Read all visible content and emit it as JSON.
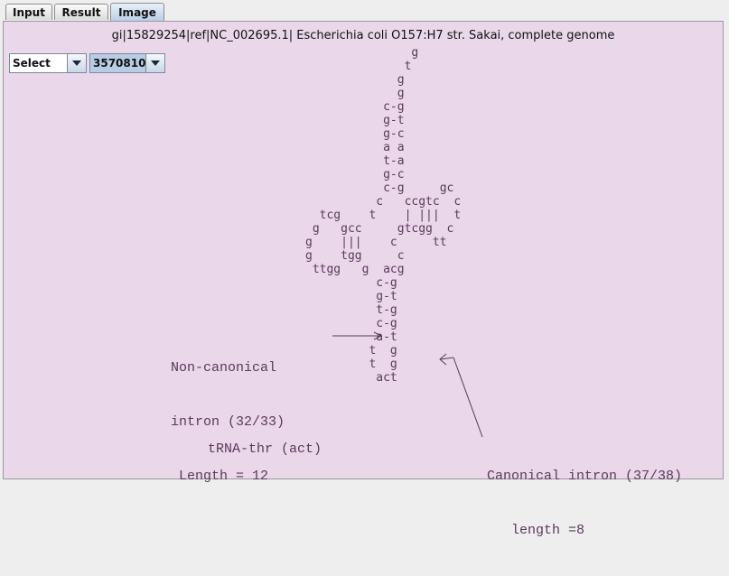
{
  "tabs": [
    {
      "label": "Input"
    },
    {
      "label": "Result"
    },
    {
      "label": "Image"
    }
  ],
  "header": {
    "title": "gi|15829254|ref|NC_002695.1| Escherichia coli O157:H7 str. Sakai, complete genome"
  },
  "controls": {
    "select_value": "Select",
    "position_value": "3570810"
  },
  "structure": {
    "lines": [
      "               g",
      "              t",
      "             g",
      "             g",
      "           c-g",
      "           g-t",
      "           g-c",
      "           a a",
      "           t-a",
      "           g-c",
      "           c-g     gc",
      "          c   ccgtc  c",
      "  tcg    t    | |||  t",
      " g   gcc     gtcgg  c",
      "g    |||    c     tt",
      "g    tgg     c",
      " ttgg   g  acg",
      "          c-g",
      "          g-t",
      "          t-g",
      "          c-g",
      "          a-t",
      "         t  g",
      "         t  g",
      "          act"
    ]
  },
  "annotations": {
    "noncanonical": [
      "Non-canonical",
      "intron (32/33)",
      " Length = 12"
    ],
    "canonical": [
      "Canonical intron (37/38)",
      "   length =8"
    ],
    "trna": "tRNA-thr (act)"
  },
  "colors": {
    "panel_bg": "#ead7ea",
    "text": "#5a3a5a",
    "active_tab": "#b9cfe8",
    "combo_selected": "#b8cce4"
  }
}
